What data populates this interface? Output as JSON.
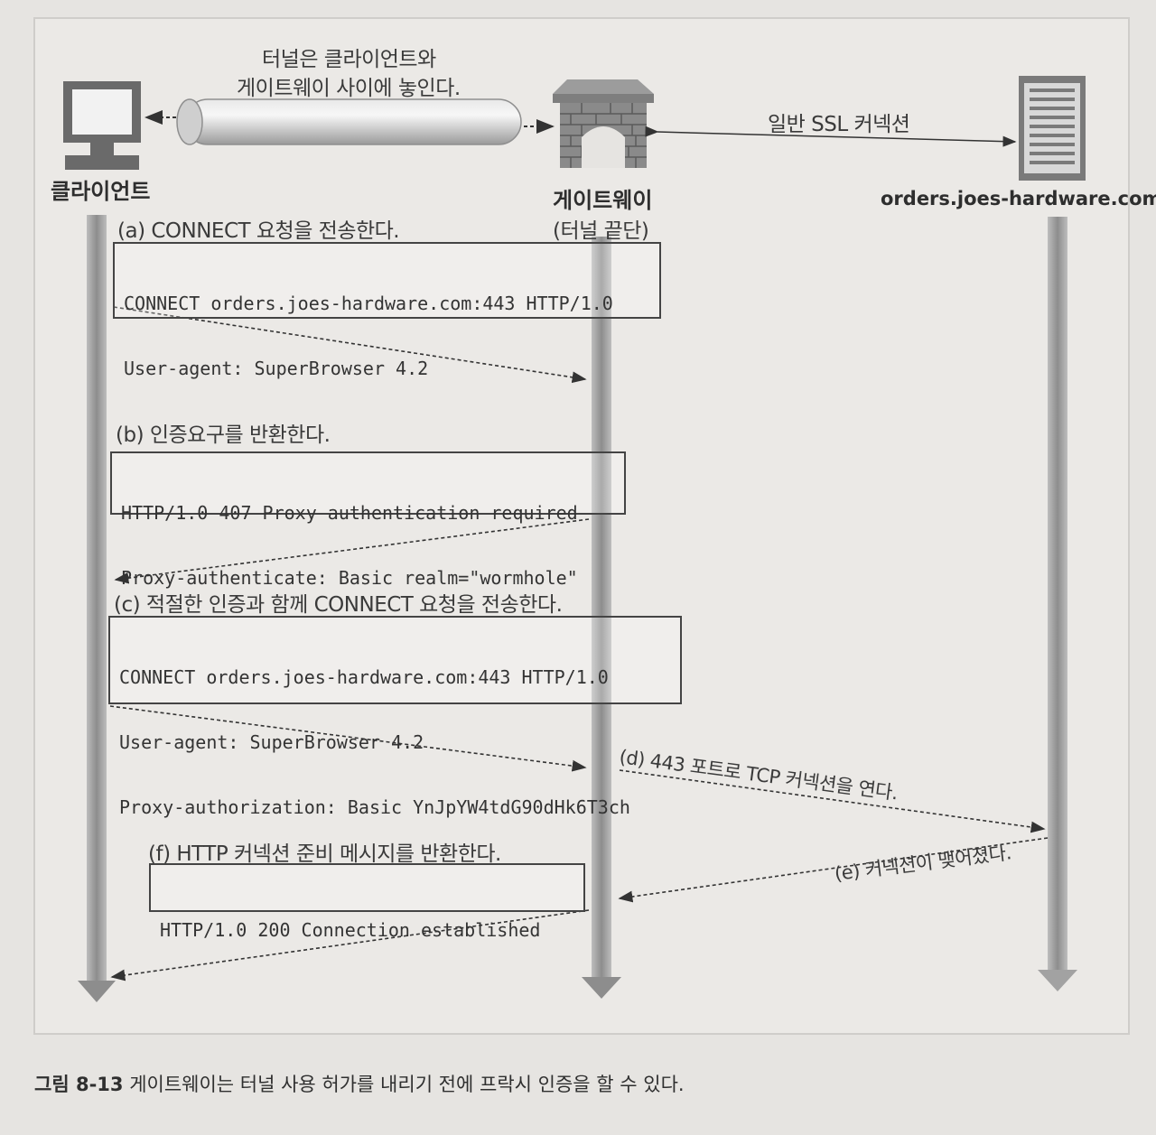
{
  "nodes": {
    "client": "클라이언트",
    "gateway": "게이트웨이",
    "gateway_sub": "(터널 끝단)",
    "server": "orders.joes-hardware.com"
  },
  "top": {
    "tunnel_note_line1": "터널은 클라이언트와",
    "tunnel_note_line2": "게이트웨이 사이에 놓인다.",
    "ssl_connection": "일반 SSL 커넥션"
  },
  "steps": {
    "a": {
      "label": "(a) CONNECT 요청을 전송한다.",
      "lines": [
        "CONNECT orders.joes-hardware.com:443 HTTP/1.0",
        "User-agent: SuperBrowser 4.2"
      ]
    },
    "b": {
      "label": "(b) 인증요구를 반환한다.",
      "lines": [
        "HTTP/1.0 407 Proxy authentication required",
        "Proxy-authenticate: Basic realm=\"wormhole\""
      ]
    },
    "c": {
      "label": "(c) 적절한 인증과 함께 CONNECT 요청을 전송한다.",
      "lines": [
        "CONNECT orders.joes-hardware.com:443 HTTP/1.0",
        "User-agent: SuperBrowser 4.2",
        "Proxy-authorization: Basic YnJpYW4tdG90dHk6T3ch"
      ]
    },
    "d": {
      "label": "(d) 443 포트로 TCP 커넥션을 연다."
    },
    "e": {
      "label": "(e) 커넥션이 맺어졌다."
    },
    "f": {
      "label": "(f) HTTP 커넥션 준비 메시지를 반환한다.",
      "lines": [
        "HTTP/1.0 200 Connection established"
      ]
    }
  },
  "caption": {
    "number": "그림 8-13",
    "text": " 게이트웨이는 터널 사용 허가를 내리기 전에 프락시 인증을 할 수 있다."
  }
}
